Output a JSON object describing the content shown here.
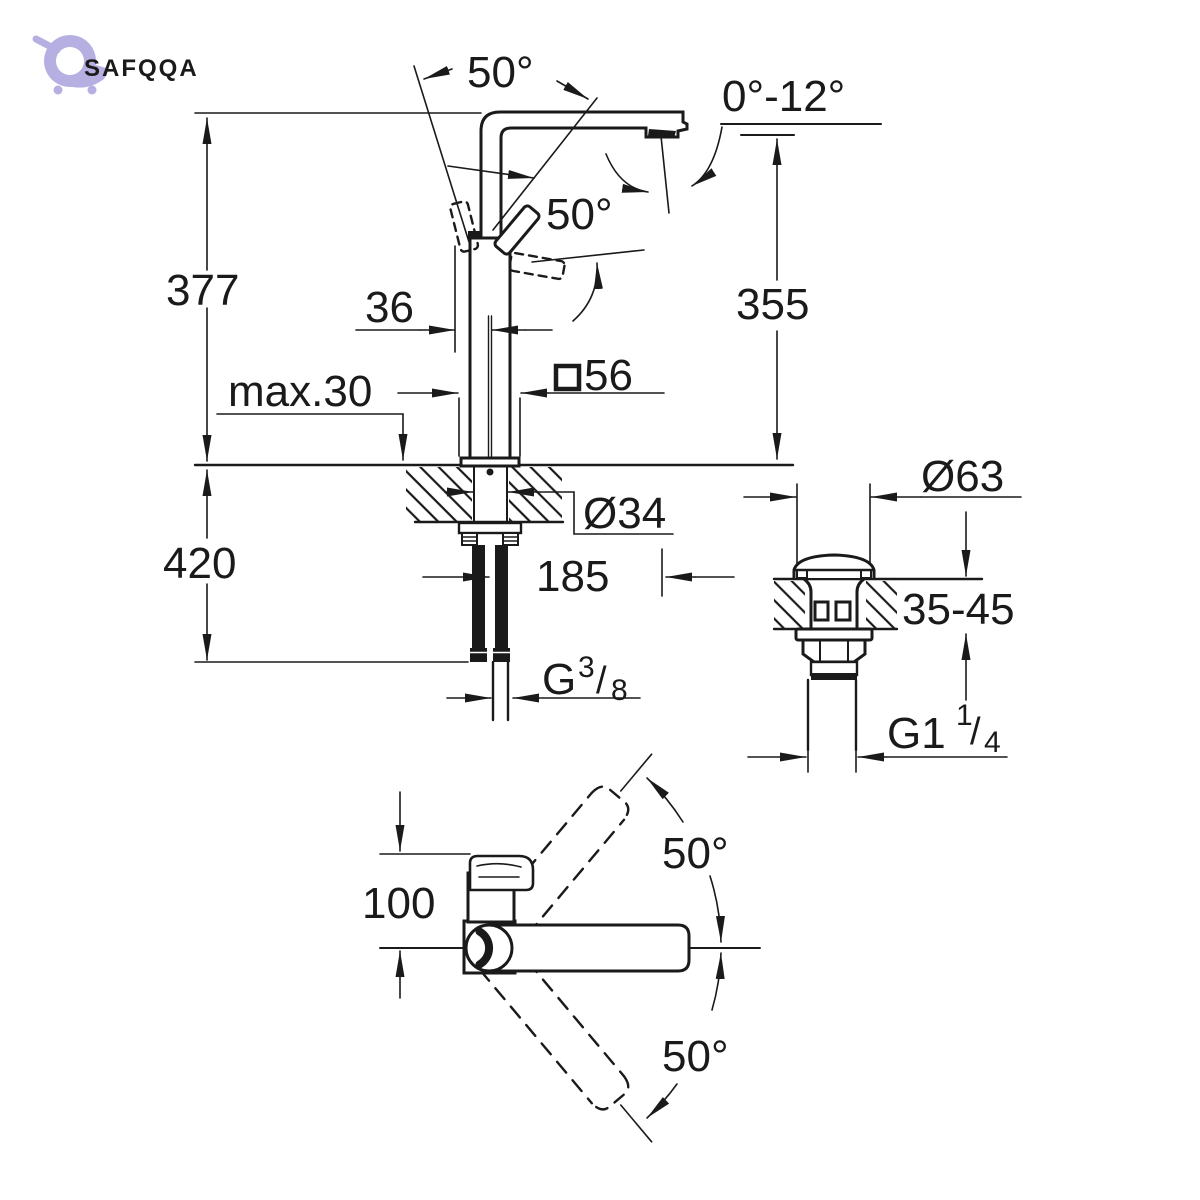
{
  "logo": {
    "brand": "SAFQQA",
    "icon": "shopping-cart-icon",
    "color": "#b6afe1"
  },
  "drawing": {
    "type": "technical-dimension-drawing",
    "subject": "single-lever vessel basin mixer faucet with pop-up waste drain",
    "line_color": "#1a1a1a",
    "background": "#ffffff"
  },
  "front_view": {
    "dim_total_height": "377",
    "dim_spout_height": "355",
    "dim_below_deck": "420",
    "dim_deck_max": "max.30",
    "dim_handle_offset": "36",
    "base_square": {
      "symbol_icon": "square-outline",
      "value": "56"
    },
    "dim_hole": "Ø34",
    "dim_projection": "185",
    "spout_tilt": "0°-12°",
    "handle_angle_top": "50°",
    "handle_angle_mid": "50°",
    "supply_thread": {
      "prefix": "G",
      "sup": "3",
      "slash": "/",
      "sub": "8"
    }
  },
  "drain_detail": {
    "dim_flange": "Ø63",
    "dim_deck_range": "35-45",
    "waste_thread": {
      "prefix": "G1",
      "sup": "1",
      "slash": "/",
      "sub": "4"
    }
  },
  "top_view": {
    "dim_handle_depth": "100",
    "swivel_upper": "50°",
    "swivel_lower": "50°"
  }
}
